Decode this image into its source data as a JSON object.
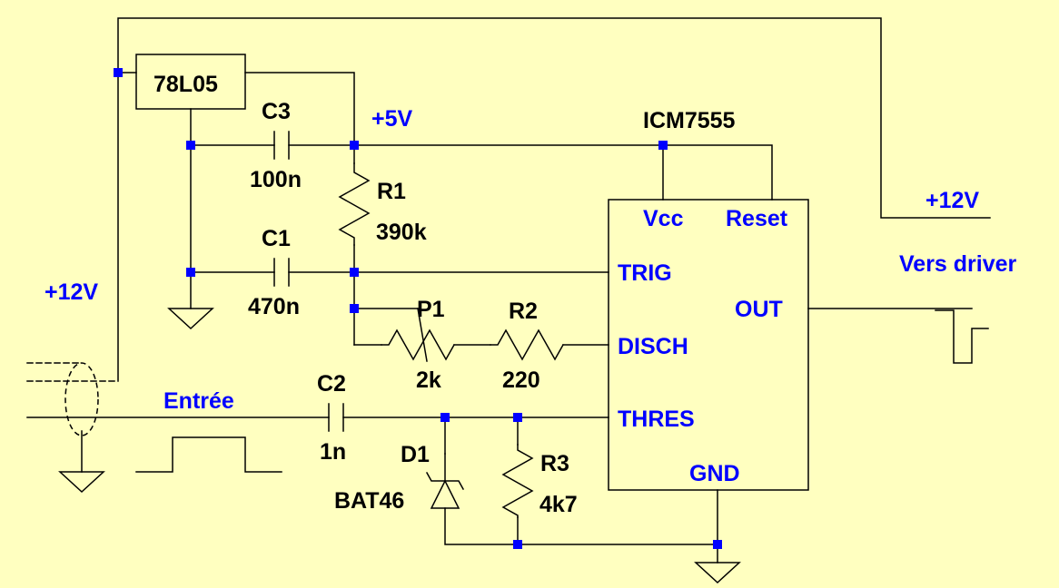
{
  "colors": {
    "background": "#FFFFC0",
    "wire": "#000000",
    "net_label": "#0000FF",
    "junction": "#0000FF"
  },
  "components": {
    "regulator": "78L05",
    "ic": "ICM7555",
    "c3_ref": "C3",
    "c3_value": "100n",
    "c1_ref": "C1",
    "c1_value": "470n",
    "c2_ref": "C2",
    "c2_value": "1n",
    "r1_ref": "R1",
    "r1_value": "390k",
    "r2_ref": "R2",
    "r2_value": "220",
    "r3_ref": "R3",
    "r3_value": "4k7",
    "p1_ref": "P1",
    "p1_value": "2k",
    "d1_ref": "D1",
    "d1_value": "BAT46"
  },
  "pins": {
    "vcc": "Vcc",
    "reset": "Reset",
    "trig": "TRIG",
    "out": "OUT",
    "disch": "DISCH",
    "thres": "THRES",
    "gnd": "GND"
  },
  "nets": {
    "supply_5v": "+5V",
    "supply_12v_left": "+12V",
    "supply_12v_right": "+12V",
    "input": "Entrée",
    "output": "Vers driver"
  }
}
